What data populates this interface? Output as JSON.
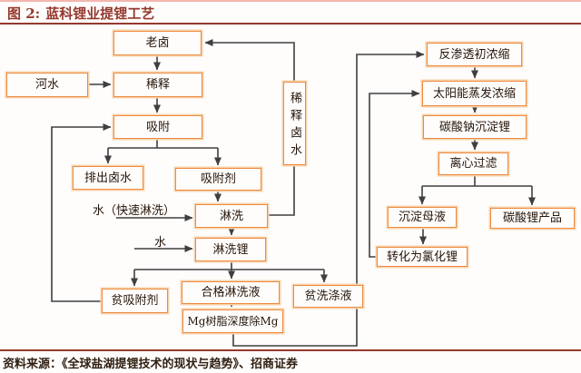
{
  "figure": {
    "title_prefix": "图 2:",
    "title": "蓝科锂业提锂工艺",
    "source": "资料来源：《全球盐湖提锂技术的现状与趋势》、招商证券"
  },
  "colors": {
    "accent": "#94382D",
    "box-border": "#ED8A3F",
    "box-glow": "#F7D3AC",
    "line": "#3F3F3F",
    "top-rule": "#F2B5AD"
  },
  "flowchart": {
    "nodes": {
      "old_brine": "老卤",
      "river_water": "河水",
      "dilution": "稀释",
      "adsorption": "吸附",
      "discharged_brine": "排出卤水",
      "adsorbent": "吸附剂",
      "rinsing": "淋洗",
      "rinsed_lithium": "淋洗锂",
      "lean_adsorbent": "贫吸附剂",
      "qualified_rinse_liquid": "合格淋洗液",
      "lean_washing_liquid": "贫洗涤液",
      "mg_resin_removal": "Mg树脂深度除Mg",
      "diluted_brine": "稀释卤水",
      "reverse_osmosis": "反渗透初浓缩",
      "solar_evaporation": "太阳能蒸发浓缩",
      "sodium_carbonate_precipitation": "碳酸钠沉淀锂",
      "centrifugal_filtration": "离心过滤",
      "precipitation_mother_liquor": "沉淀母液",
      "lithium_carbonate_product": "碳酸锂产品",
      "conversion_to_lithium_chloride": "转化为氯化锂"
    },
    "free_labels": {
      "fast_rinse_water": "水（快速淋洗）",
      "water": "水"
    },
    "edges": [
      {
        "from": "river_water",
        "to": "dilution"
      },
      {
        "from": "old_brine",
        "to": "dilution"
      },
      {
        "from": "dilution",
        "to": "adsorption"
      },
      {
        "from": "adsorption",
        "to": "discharged_brine"
      },
      {
        "from": "adsorption",
        "to": "adsorbent"
      },
      {
        "from": "adsorbent",
        "to": "rinsing"
      },
      {
        "from": "fast_rinse_water",
        "to": "rinsing"
      },
      {
        "from": "rinsing",
        "to": "rinsed_lithium"
      },
      {
        "from": "water",
        "to": "rinsed_lithium"
      },
      {
        "from": "rinsing",
        "to": "diluted_brine"
      },
      {
        "from": "diluted_brine",
        "to": "old_brine"
      },
      {
        "from": "rinsed_lithium",
        "to": "lean_adsorbent"
      },
      {
        "from": "rinsed_lithium",
        "to": "qualified_rinse_liquid"
      },
      {
        "from": "rinsed_lithium",
        "to": "lean_washing_liquid"
      },
      {
        "from": "lean_adsorbent",
        "to": "adsorption"
      },
      {
        "from": "qualified_rinse_liquid",
        "to": "mg_resin_removal"
      },
      {
        "from": "mg_resin_removal",
        "to": "reverse_osmosis"
      },
      {
        "from": "reverse_osmosis",
        "to": "solar_evaporation"
      },
      {
        "from": "solar_evaporation",
        "to": "sodium_carbonate_precipitation"
      },
      {
        "from": "sodium_carbonate_precipitation",
        "to": "centrifugal_filtration"
      },
      {
        "from": "centrifugal_filtration",
        "to": "precipitation_mother_liquor"
      },
      {
        "from": "centrifugal_filtration",
        "to": "lithium_carbonate_product"
      },
      {
        "from": "precipitation_mother_liquor",
        "to": "conversion_to_lithium_chloride"
      },
      {
        "from": "conversion_to_lithium_chloride",
        "to": "solar_evaporation"
      }
    ]
  }
}
